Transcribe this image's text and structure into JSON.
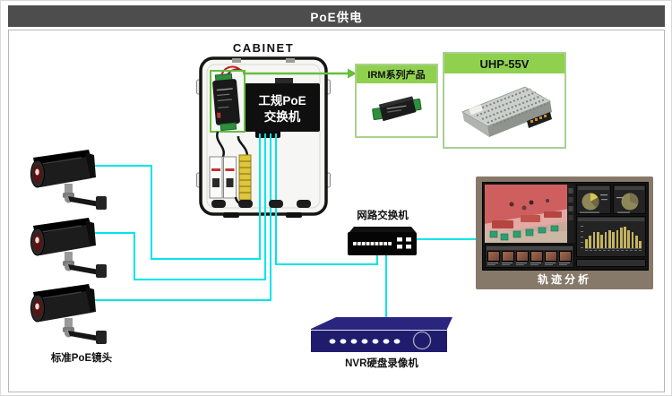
{
  "page": {
    "title": "PoE供电"
  },
  "cabinet": {
    "label": "CABINET",
    "poe_switch_line1": "工规PoE",
    "poe_switch_line2": "交换机"
  },
  "irm_panel": {
    "title": "IRM系列产品"
  },
  "uhp_panel": {
    "title": "UHP-55V"
  },
  "cameras": {
    "label": "标准PoE镜头",
    "count": 3
  },
  "network_switch": {
    "label": "网路交换机"
  },
  "nvr": {
    "label": "NVR硬盘录像机"
  },
  "monitor": {
    "label": "轨迹分析",
    "bars": [
      30,
      45,
      55,
      55,
      48,
      55,
      62,
      55,
      64,
      72,
      74,
      62,
      55,
      45,
      25
    ],
    "thumbnail_count": 6
  },
  "colors": {
    "title_bar": "#4d4d4d",
    "accent_green": "#8fd14f",
    "panel_border_green": "#a9d18e",
    "arrow_green": "#66be3e",
    "wire_cyan": "#00e5ea",
    "nvr_navy": "#1f1c6e",
    "monitor_frame": "#87796a"
  }
}
